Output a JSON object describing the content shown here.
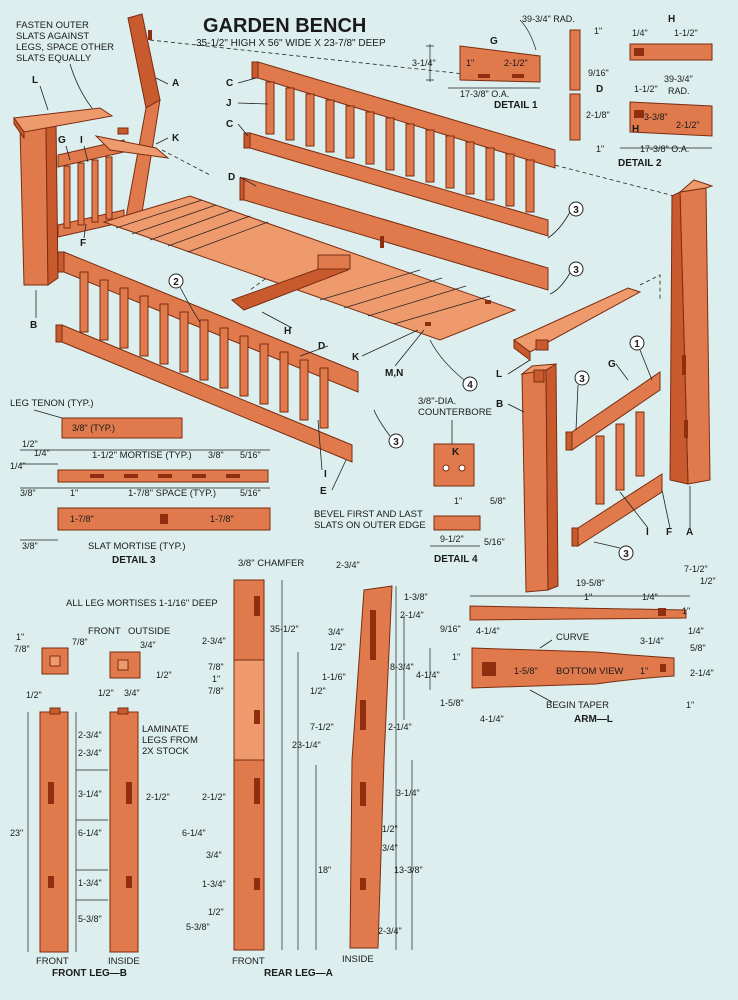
{
  "title": {
    "main": "GARDEN BENCH",
    "subtitle": "35-1/2\" HIGH X 56\" WIDE X 23-7/8\" DEEP"
  },
  "notes": {
    "fasten": [
      "FASTEN OUTER",
      "SLATS AGAINST",
      "LEGS, SPACE OTHER",
      "SLATS EQUALLY"
    ],
    "leg_tenon": "LEG TENON (TYP.)",
    "counterbore": [
      "3/8\"-DIA.",
      "COUNTERBORE"
    ],
    "bevel": [
      "BEVEL FIRST AND LAST",
      "SLATS ON OUTER EDGE"
    ],
    "chamfer": "3/8\" CHAMFER",
    "leg_mortises": "ALL LEG MORTISES 1-1/16\" DEEP",
    "laminate": [
      "LAMINATE",
      "LEGS FROM",
      "2X STOCK"
    ],
    "curve": "CURVE",
    "bottom_view": "BOTTOM VIEW",
    "begin_taper": "BEGIN TAPER",
    "mortise_typ": "1-1/2\" MORTISE (TYP.)",
    "space_typ": "1-7/8\" SPACE (TYP.)",
    "slat_mortise": "SLAT MORTISE (TYP.)",
    "front": "FRONT",
    "outside": "OUTSIDE",
    "inside": "INSIDE"
  },
  "captions": {
    "detail1": "DETAIL 1",
    "detail2": "DETAIL 2",
    "detail3": "DETAIL 3",
    "detail4": "DETAIL 4",
    "front_leg": "FRONT LEG—B",
    "rear_leg": "REAR LEG—A",
    "arm": "ARM—L"
  },
  "part_labels": {
    "A": "A",
    "B": "B",
    "C": "C",
    "D": "D",
    "E": "E",
    "F": "F",
    "G": "G",
    "H": "H",
    "I": "I",
    "J": "J",
    "K": "K",
    "L": "L",
    "MN": "M,N"
  },
  "callouts": [
    "1",
    "2",
    "3",
    "4"
  ],
  "dims": {
    "d1": [
      "39-3/4\" RAD.",
      "3-1/4\"",
      "1\"",
      "2-1/2\"",
      "17-3/8\" O.A.",
      "9/16\""
    ],
    "d2": [
      "1\"",
      "1/4\"",
      "1-1/2\"",
      "1-1/2\"",
      "39-3/4\"",
      "RAD.",
      "2-1/8\"",
      "3-3/8\"",
      "2-1/2\"",
      "1\"",
      "17-3/8\" O.A."
    ],
    "d3": [
      "3/8\" (TYP.)",
      "1/2\"",
      "1/4\"",
      "1/4\"",
      "3/8\"",
      "5/16\"",
      "3/8\"",
      "1\"",
      "5/16\"",
      "1-7/8\"",
      "1-7/8\"",
      "3/8\""
    ],
    "d4": [
      "1\"",
      "5/8\"",
      "9-1/2\"",
      "5/16\""
    ],
    "legs_top": [
      "1\"",
      "7/8\"",
      "7/8\"",
      "3/4\"",
      "1/2\"",
      "1/2\"",
      "3/4\"",
      "1/2\""
    ],
    "front_leg": [
      "2-3/4\"",
      "2-3/4\"",
      "3-1/4\"",
      "2-1/2\"",
      "6-1/4\"",
      "1-3/4\"",
      "5-3/8\"",
      "23\""
    ],
    "rear_leg_front": [
      "2-3/4\"",
      "7/8\"",
      "1\"",
      "7/8\"",
      "2-1/2\"",
      "6-1/4\"",
      "3/4\"",
      "1-3/4\"",
      "1/2\"",
      "5-3/8\"",
      "35-1/2\""
    ],
    "rear_leg_side": [
      "2-3/4\"",
      "1-3/8\"",
      "2-1/4\"",
      "3/4\"",
      "1/2\"",
      "8-3/4\"",
      "1-1/6\"",
      "1/2\"",
      "7-1/2\"",
      "2-1/4\"",
      "23-1/4\"",
      "3-1/4\"",
      "1/2\"",
      "3/4\"",
      "18\"",
      "13-3/8\"",
      "2-3/4\""
    ],
    "arm": [
      "7-1/2\"",
      "1/2\"",
      "19-5/8\"",
      "1\"",
      "1/4\"",
      "1\"",
      "9/16\"",
      "4-1/4\"",
      "3-1/4\"",
      "1/4\"",
      "5/8\"",
      "1\"",
      "4-1/4\"",
      "1-5/8\"",
      "1\"",
      "2-1/4\"",
      "1-5/8\"",
      "4-1/4\"",
      "1\""
    ]
  }
}
